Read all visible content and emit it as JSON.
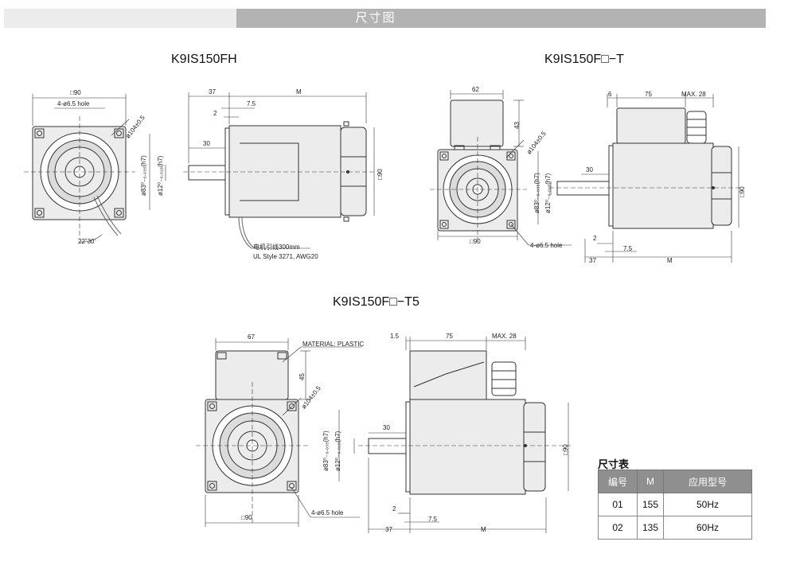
{
  "header": {
    "title": "尺寸图"
  },
  "views": {
    "fh": {
      "title": "K9IS150FH",
      "sq90": "□90",
      "holes": "4-ø6.5 hole",
      "pcd": "ø104±0.5",
      "d37": "37",
      "dM": "M",
      "d75": "7.5",
      "d2": "2",
      "d30": "30",
      "d83": "ø83⁰₋₀.₀₃₅(h7)",
      "d12": "ø12⁰₋₀.₀₁₈(h7)",
      "s90": "□90",
      "angle": "22˚30'",
      "lead1": "电机引线300mm",
      "lead2": "UL Style 3271, AWG20"
    },
    "ft": {
      "title": "K9IS150F□−T",
      "d62": "62",
      "d43": "43",
      "pcd": "ø104±0.5",
      "sq90": "□90",
      "holes": "4-ø6.5 hole",
      "d6": "6",
      "d75": "75",
      "max28": "MAX. 28",
      "d30": "30",
      "d83": "ø83⁰₋₀.₀₃₅(h7)",
      "d12": "ø12⁰₋₀.₀₁₈(h7)",
      "s90": "□90",
      "d2": "2",
      "d75b": "7.5",
      "d37": "37",
      "dM": "M"
    },
    "ft5": {
      "title": "K9IS150F□−T5",
      "d67": "67",
      "material": "MATERIAL: PLASTIC",
      "d45": "45",
      "pcd": "ø104±0.5",
      "sq90": "□90",
      "holes": "4-ø6.5 hole",
      "d15": "1.5",
      "d75": "75",
      "max28": "MAX. 28",
      "d30": "30",
      "d83": "ø83⁰₋₀.₀₃₅(h7)",
      "d12": "ø12⁰₋₀.₀₁₈(h7)",
      "s90": "□90",
      "d2": "2",
      "d75b": "7.5",
      "d37": "37",
      "dM": "M"
    }
  },
  "table": {
    "title": "尺寸表",
    "headers": [
      "编号",
      "M",
      "应用型号"
    ],
    "rows": [
      [
        "01",
        "155",
        "50Hz"
      ],
      [
        "02",
        "135",
        "60Hz"
      ]
    ]
  }
}
